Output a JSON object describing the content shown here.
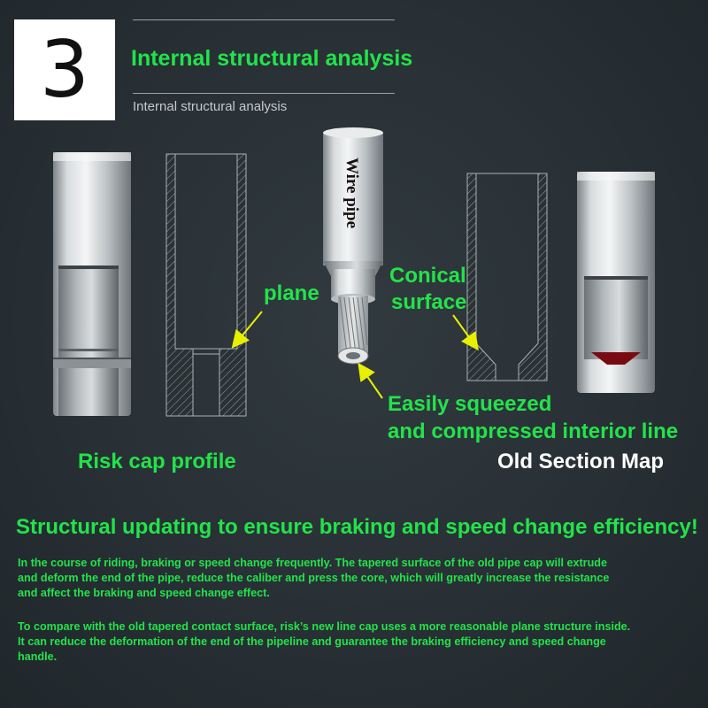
{
  "header": {
    "number": "3",
    "title": "Internal structural analysis",
    "subtitle": "Internal structural analysis"
  },
  "diagram": {
    "wire_pipe_label": "Wire pipe",
    "plane_label": "plane",
    "conical_label_line1": "Conical",
    "conical_label_line2": "surface",
    "squeezed_label_line1": "Easily squeezed",
    "squeezed_label_line2": "and compressed interior line",
    "risk_cap_label": "Risk cap profile",
    "old_section_label": "Old Section Map"
  },
  "body": {
    "headline": "Structural updating to ensure braking and speed change efficiency!",
    "paragraph1_lines": [
      "In the course of riding, braking or speed change frequently. The tapered surface of the old pipe cap will extrude",
      "and deform the end of the pipe, reduce the caliber and press the core, which will greatly increase the resistance",
      "and affect the braking and speed change effect."
    ],
    "paragraph2_lines": [
      "To compare with the old tapered contact surface, risk’s new line cap uses a more reasonable plane structure inside.",
      "It can reduce the deformation of the end of the pipeline and guarantee the braking efficiency and speed change",
      "handle."
    ]
  },
  "colors": {
    "accent_green": "#22e34a",
    "arrow_yellow": "#e8f000",
    "background": "#283035",
    "cap_red": "#7a0a12"
  }
}
